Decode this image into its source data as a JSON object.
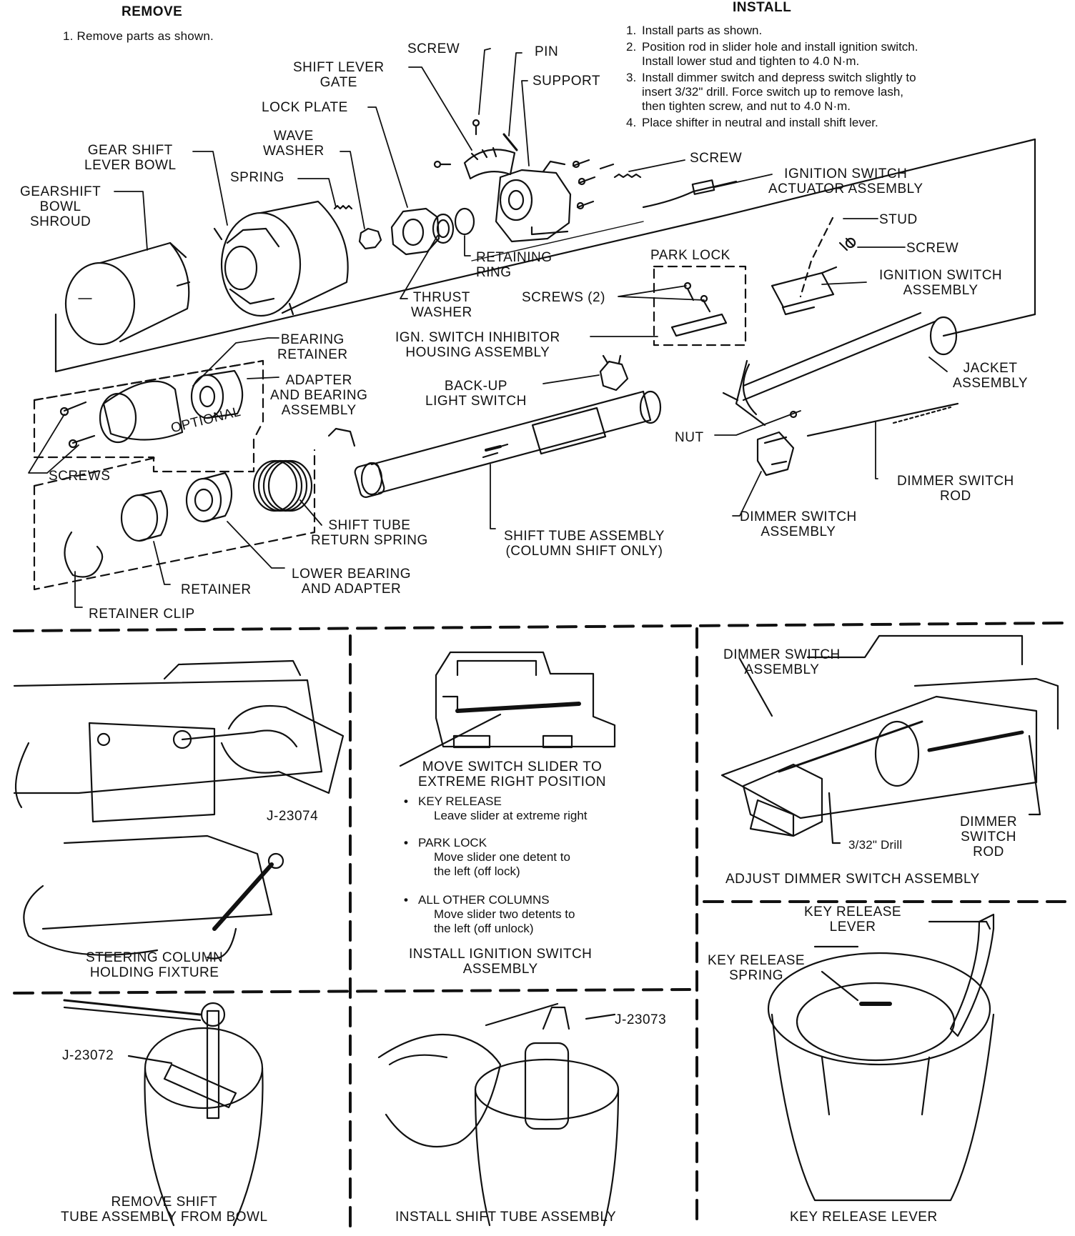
{
  "remove": {
    "heading": "REMOVE",
    "steps": [
      "1. Remove parts as shown."
    ]
  },
  "install": {
    "heading": "INSTALL",
    "steps": [
      {
        "num": "1.",
        "text": "Install parts as shown."
      },
      {
        "num": "2.",
        "text": "Position rod in slider hole and install ignition switch.\nInstall lower stud and tighten to 4.0 N·m."
      },
      {
        "num": "3.",
        "text": "Install dimmer switch and depress switch slightly to\ninsert 3/32\" drill. Force switch up to remove lash,\nthen tighten screw, and nut to 4.0 N·m."
      },
      {
        "num": "4.",
        "text": "Place shifter in neutral and install shift lever."
      }
    ]
  },
  "exploded_labels": {
    "screw_top": "SCREW",
    "pin": "PIN",
    "shift_lever_gate": "SHIFT LEVER\nGATE",
    "support": "SUPPORT",
    "lock_plate": "LOCK PLATE",
    "wave_washer": "WAVE\nWASHER",
    "gear_shift_lever_bowl": "GEAR SHIFT\nLEVER BOWL",
    "spring": "SPRING",
    "gearshift_bowl_shroud": "GEARSHIFT\nBOWL\nSHROUD",
    "screw_right": "SCREW",
    "ignition_switch_actuator": "IGNITION SWITCH\nACTUATOR ASSEMBLY",
    "stud": "STUD",
    "screw_right2": "SCREW",
    "park_lock": "PARK LOCK",
    "ignition_switch_assembly": "IGNITION SWITCH\nASSEMBLY",
    "retaining_ring": "RETAINING\nRING",
    "thrust_washer": "THRUST\nWASHER",
    "screws_2": "SCREWS (2)",
    "ign_switch_inhibitor": "IGN. SWITCH INHIBITOR\nHOUSING ASSEMBLY",
    "bearing_retainer": "BEARING\nRETAINER",
    "adapter_bearing": "ADAPTER\nAND BEARING\nASSEMBLY",
    "optional": "OPTIONAL",
    "back_up_light_switch": "BACK-UP\nLIGHT SWITCH",
    "jacket_assembly": "JACKET\nASSEMBLY",
    "screws": "SCREWS",
    "nut": "NUT",
    "dimmer_switch_rod": "DIMMER SWITCH\nROD",
    "dimmer_switch_assembly": "DIMMER SWITCH\nASSEMBLY",
    "shift_tube_return_spring": "SHIFT TUBE\nRETURN SPRING",
    "shift_tube_assembly": "SHIFT TUBE ASSEMBLY\n(COLUMN SHIFT ONLY)",
    "lower_bearing_adapter": "LOWER BEARING\nAND ADAPTER",
    "retainer": "RETAINER",
    "retainer_clip": "RETAINER CLIP"
  },
  "panels": {
    "holding_fixture": {
      "tool": "J-23074",
      "caption": "STEERING COLUMN\nHOLDING FIXTURE"
    },
    "ignition_install": {
      "callout": "MOVE SWITCH SLIDER TO\nEXTREME RIGHT POSITION",
      "bullets": [
        {
          "title": "KEY RELEASE",
          "text": "Leave slider at extreme right"
        },
        {
          "title": "PARK LOCK",
          "text": "Move slider one detent to\nthe left   (off lock)"
        },
        {
          "title": "ALL OTHER COLUMNS",
          "text": "Move slider two detents to\nthe left (off unlock)"
        }
      ],
      "caption": "INSTALL IGNITION SWITCH\nASSEMBLY"
    },
    "dimmer_adjust": {
      "label_assembly": "DIMMER SWITCH\nASSEMBLY",
      "label_rod": "DIMMER\nSWITCH\nROD",
      "label_drill": "3/32\" Drill",
      "caption": "ADJUST DIMMER SWITCH ASSEMBLY"
    },
    "remove_shift_tube": {
      "tool": "J-23072",
      "caption": "REMOVE SHIFT\nTUBE ASSEMBLY FROM BOWL"
    },
    "install_shift_tube": {
      "tool": "J-23073",
      "caption": "INSTALL SHIFT TUBE ASSEMBLY"
    },
    "key_release": {
      "label_lever": "KEY RELEASE\nLEVER",
      "label_spring": "KEY RELEASE\nSPRING",
      "caption": "KEY RELEASE LEVER"
    }
  }
}
